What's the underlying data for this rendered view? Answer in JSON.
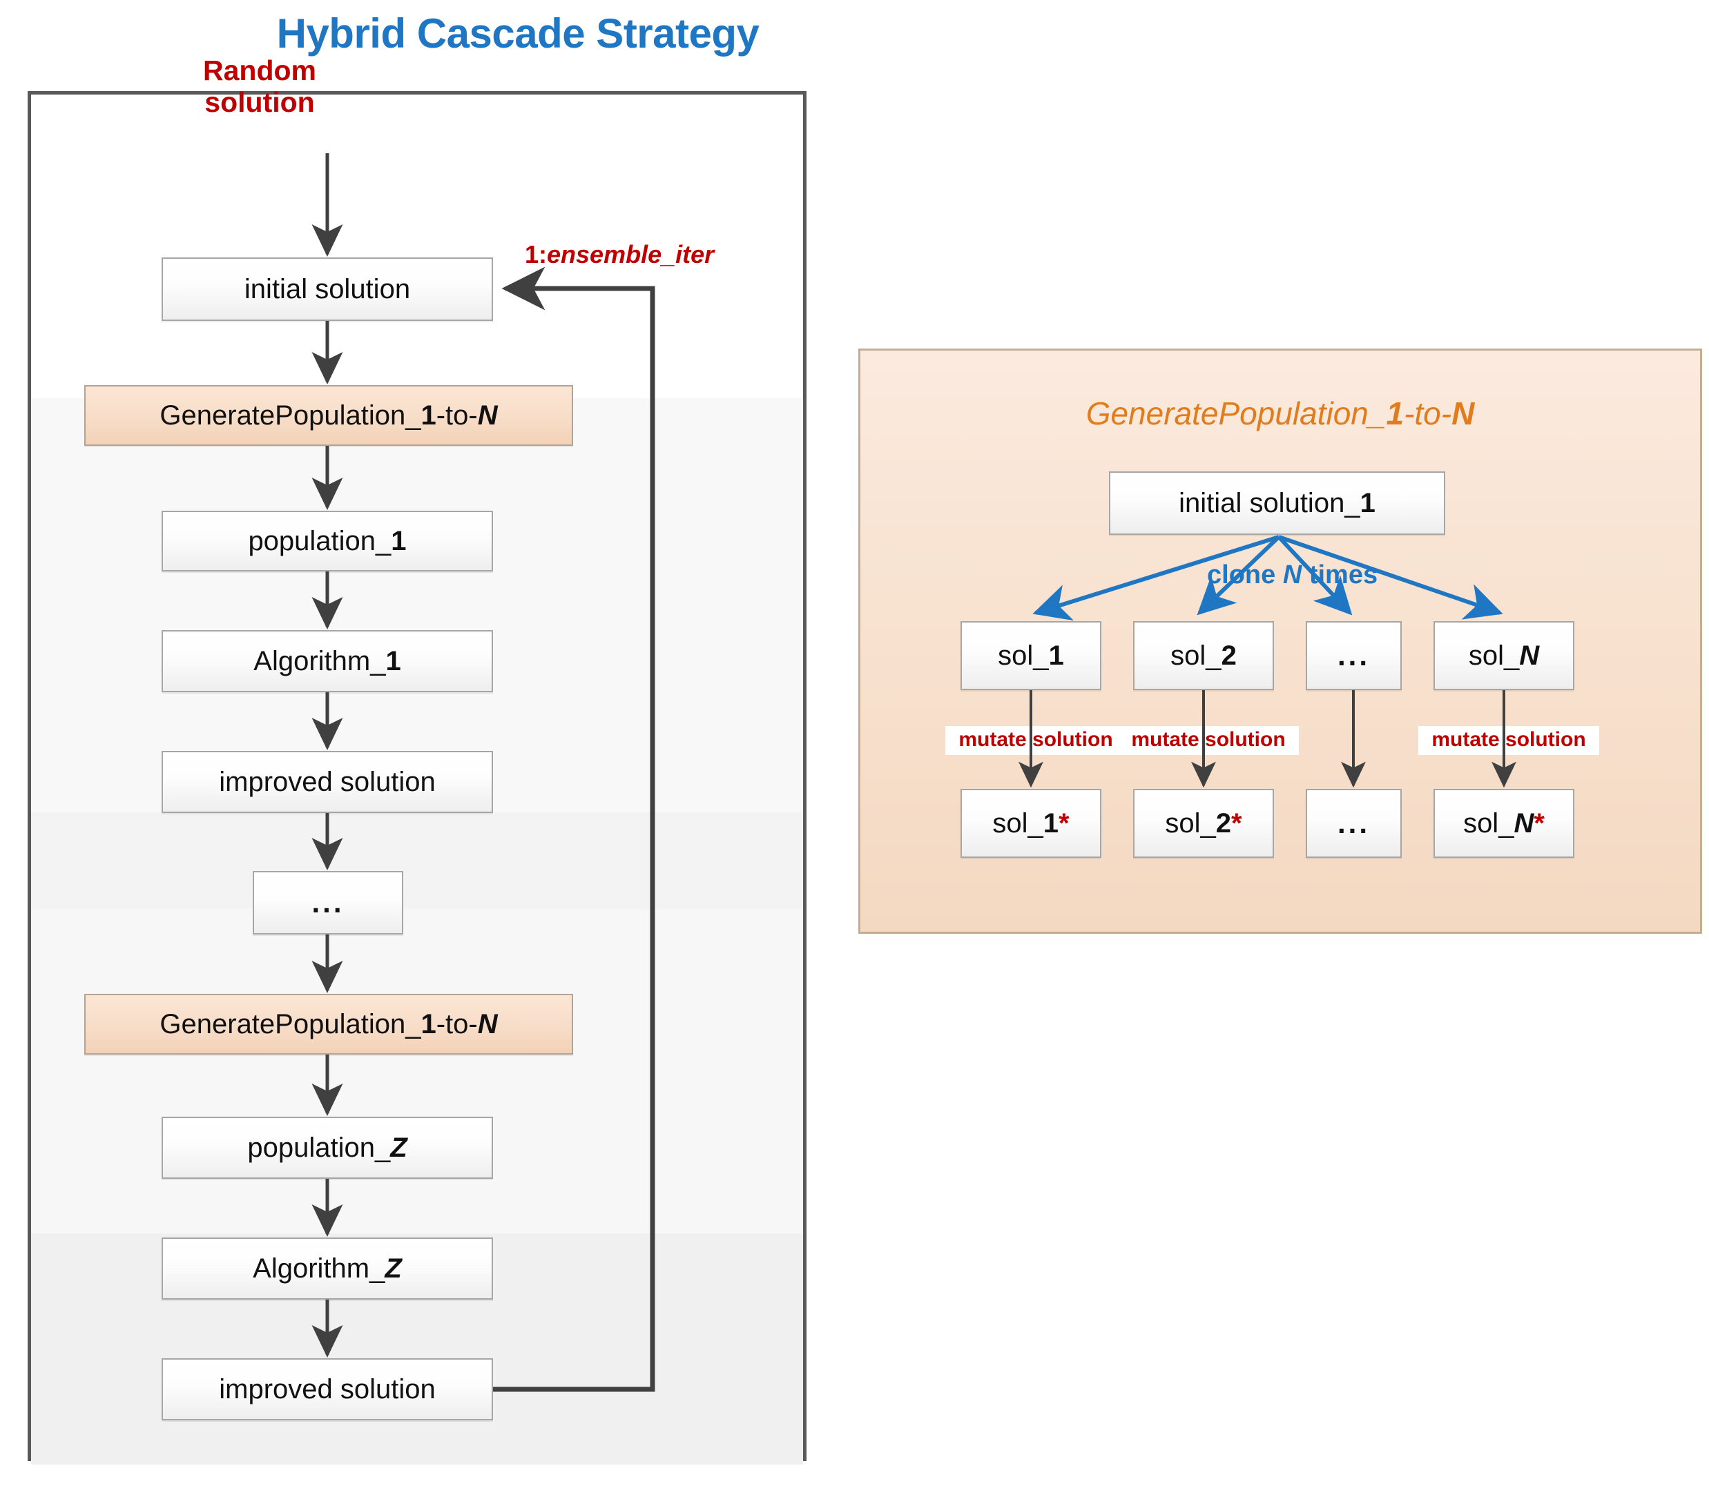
{
  "title": "Hybrid Cascade Strategy",
  "colors": {
    "title_blue": "#1f77c4",
    "annotation_red": "#c00000",
    "panel_orange_text": "#e07b1e",
    "panel_fill": "#f8e2d0",
    "op_box_fill": "#f7ddc8",
    "arrow_blue": "#1f77c4",
    "arrow_gray": "#404040",
    "frame_border": "#595959"
  },
  "flowchart": {
    "entry_label_line1": "Random",
    "entry_label_line2": "solution",
    "loop_label_prefix": "1:",
    "loop_label_italic": "ensemble_iter",
    "nodes": [
      {
        "id": "initial-solution",
        "text": "initial solution",
        "type": "plain"
      },
      {
        "id": "generate-population-1",
        "text": "GeneratePopulation_1-to-N",
        "type": "op",
        "parts": [
          {
            "t": "GeneratePopulation_",
            "s": "normal"
          },
          {
            "t": "1",
            "s": "bold"
          },
          {
            "t": "-to-",
            "s": "normal"
          },
          {
            "t": "N",
            "s": "bold-italic"
          }
        ]
      },
      {
        "id": "population-1",
        "text": "population_1",
        "type": "plain",
        "parts": [
          {
            "t": "population_",
            "s": "normal"
          },
          {
            "t": "1",
            "s": "bold"
          }
        ]
      },
      {
        "id": "algorithm-1",
        "text": "Algorithm_1",
        "type": "plain",
        "parts": [
          {
            "t": "Algorithm_",
            "s": "normal"
          },
          {
            "t": "1",
            "s": "bold"
          }
        ]
      },
      {
        "id": "improved-solution-1",
        "text": "improved solution",
        "type": "plain"
      },
      {
        "id": "ellipsis",
        "text": "...",
        "type": "ellipsis"
      },
      {
        "id": "generate-population-2",
        "text": "GeneratePopulation_1-to-N",
        "type": "op",
        "parts": [
          {
            "t": "GeneratePopulation_",
            "s": "normal"
          },
          {
            "t": "1",
            "s": "bold"
          },
          {
            "t": "-to-",
            "s": "normal"
          },
          {
            "t": "N",
            "s": "bold-italic"
          }
        ]
      },
      {
        "id": "population-z",
        "text": "population_Z",
        "type": "plain",
        "parts": [
          {
            "t": "population_",
            "s": "normal"
          },
          {
            "t": "Z",
            "s": "bold-italic"
          }
        ]
      },
      {
        "id": "algorithm-z",
        "text": "Algorithm_Z",
        "type": "plain",
        "parts": [
          {
            "t": "Algorithm_",
            "s": "normal"
          },
          {
            "t": "Z",
            "s": "bold-italic"
          }
        ]
      },
      {
        "id": "improved-solution-z",
        "text": "improved solution",
        "type": "plain"
      }
    ]
  },
  "gp_panel": {
    "title_prefix": "GeneratePopulation_",
    "title_one": "1",
    "title_mid": "-to-",
    "title_n": "N",
    "root_box": {
      "prefix": "initial solution_",
      "suffix": "1"
    },
    "clone_label_prefix": "clone ",
    "clone_label_italic": "N",
    "clone_label_suffix": " times",
    "mutate_label": "mutate solution",
    "clone_row": [
      {
        "id": "sol-1",
        "prefix": "sol_",
        "suffix": "1",
        "dots": false
      },
      {
        "id": "sol-2",
        "prefix": "sol_",
        "suffix": "2",
        "dots": false
      },
      {
        "id": "sol-dots",
        "prefix": "",
        "suffix": "",
        "dots": true,
        "text": "..."
      },
      {
        "id": "sol-n",
        "prefix": "sol_",
        "suffix": "N",
        "dots": false
      }
    ],
    "mutated_row": [
      {
        "id": "sol-1-star",
        "prefix": "sol_",
        "suffix": "1",
        "star": "*",
        "dots": false
      },
      {
        "id": "sol-2-star",
        "prefix": "sol_",
        "suffix": "2",
        "star": "*",
        "dots": false
      },
      {
        "id": "sol-dots-2",
        "prefix": "",
        "suffix": "",
        "star": "",
        "dots": true,
        "text": "..."
      },
      {
        "id": "sol-n-star",
        "prefix": "sol_",
        "suffix": "N",
        "star": "*",
        "dots": false
      }
    ],
    "mutate_labels_count": 3
  }
}
